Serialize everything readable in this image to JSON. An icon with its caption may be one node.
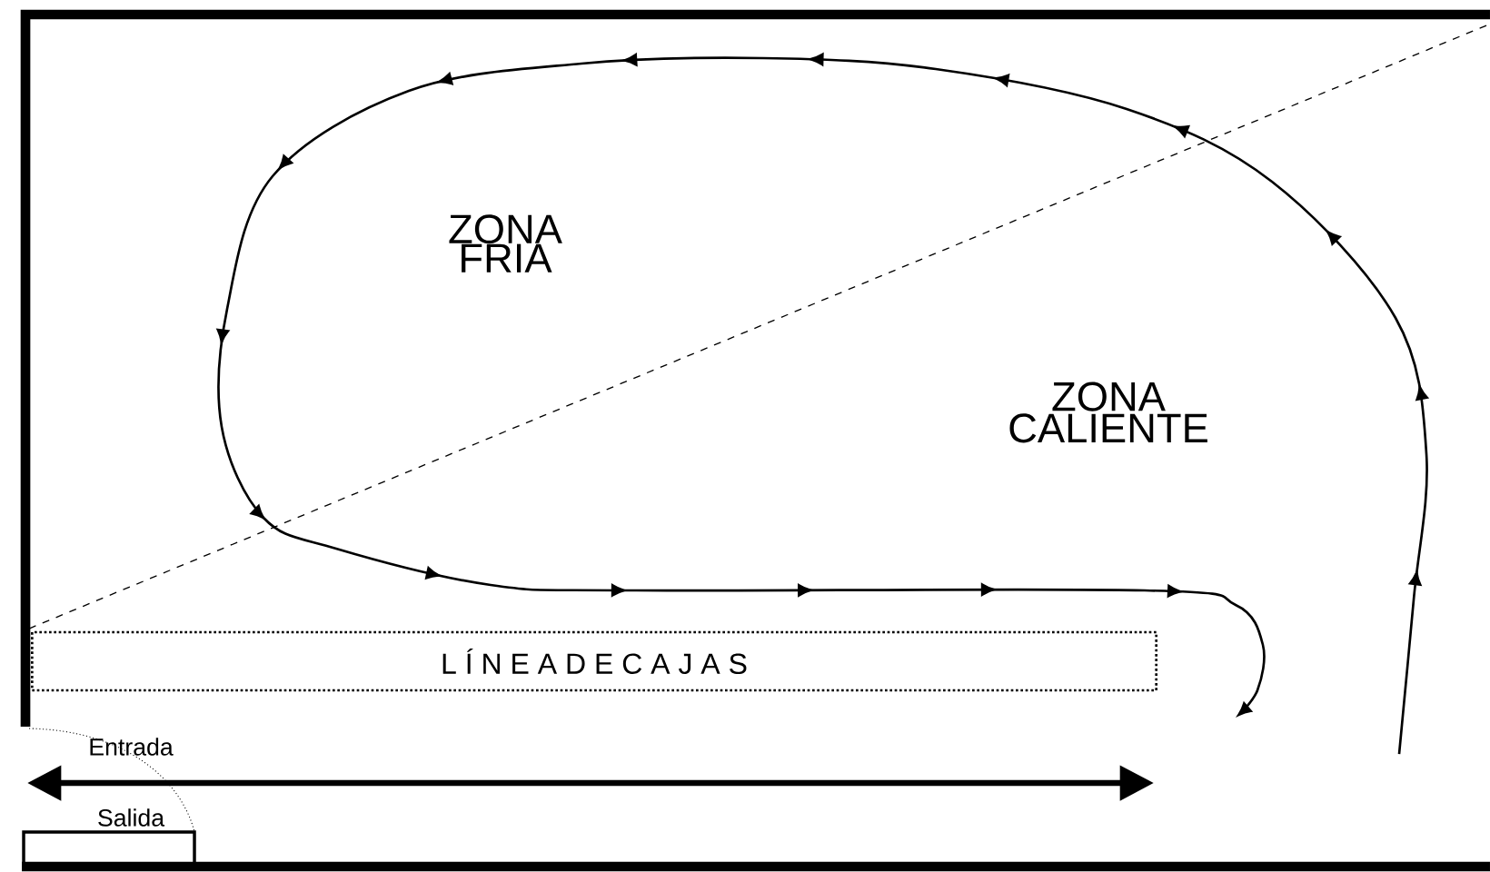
{
  "diagram": {
    "nodes": [
      {
        "text": [
          "L Í N E A D E C A J A S"
        ]
      }
    ],
    "labels": [
      "ZONA FRIA",
      "ZONA CALIENTE",
      "Entrada",
      "Salida"
    ]
  }
}
